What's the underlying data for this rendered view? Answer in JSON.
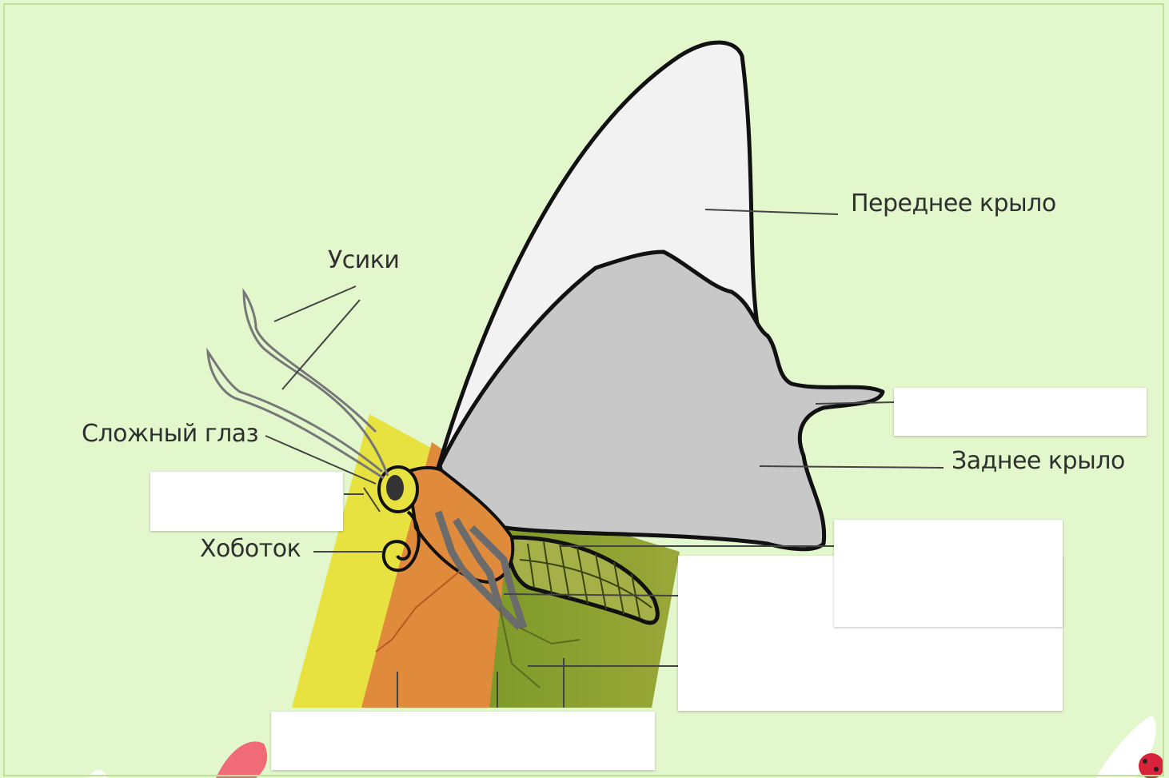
{
  "diagram": {
    "labels": {
      "forewing": "Переднее крыло",
      "antennae": "Усики",
      "compound_eye": "Сложный глаз",
      "proboscis": "Хоботок",
      "hindwing": "Заднее крыло"
    },
    "answer_blanks": [
      {
        "id": "blank-1",
        "value": ""
      },
      {
        "id": "blank-2",
        "value": ""
      },
      {
        "id": "blank-3",
        "value": ""
      },
      {
        "id": "blank-4",
        "value": ""
      },
      {
        "id": "blank-5",
        "value": ""
      }
    ]
  },
  "colors": {
    "background": "#e2f8cc",
    "head_band": "#e8e240",
    "thorax_band": "#e08a3c",
    "abdomen_band": "#8a9a2e",
    "forewing": "#f2f2f2",
    "hindwing": "#c8c8c8",
    "outline": "#111111"
  }
}
